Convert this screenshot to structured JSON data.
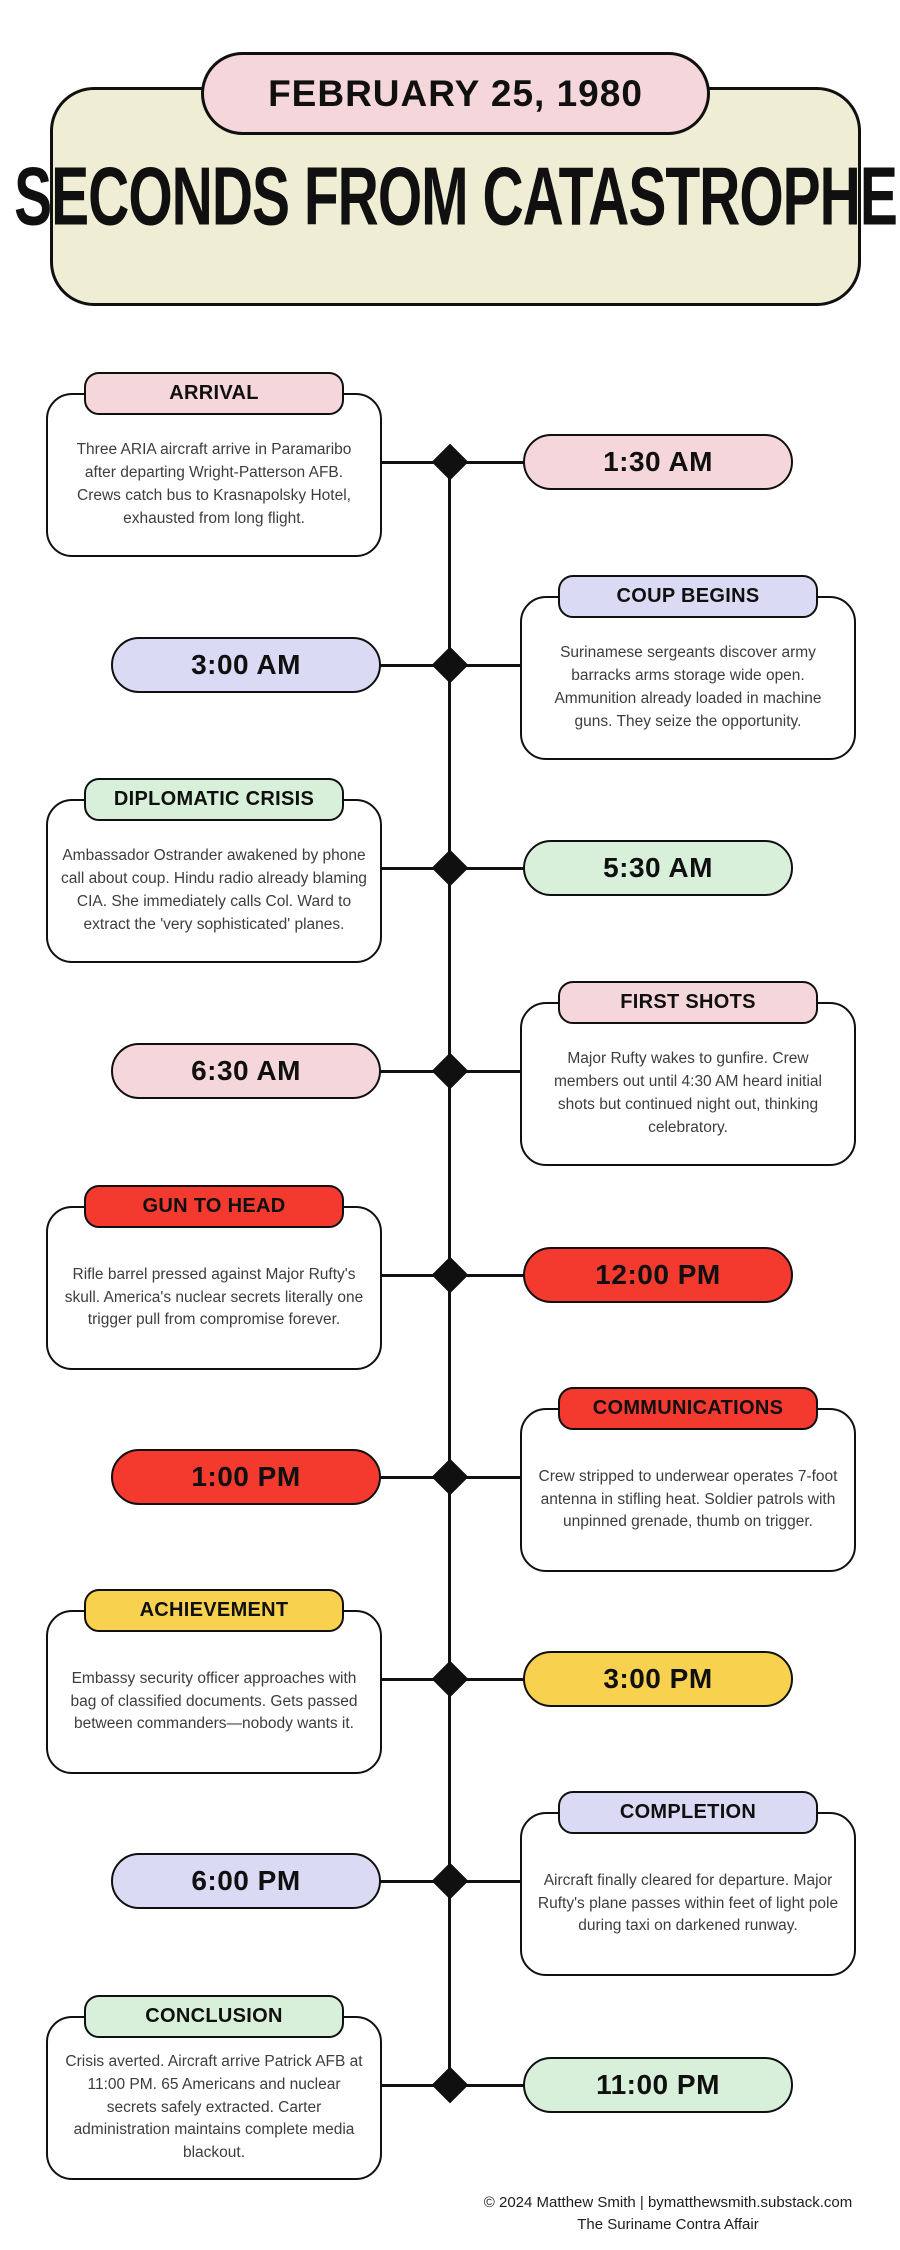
{
  "header": {
    "date": "FEBRUARY 25, 1980",
    "title": "SECONDS FROM CATASTROPHE"
  },
  "colors": {
    "background": "#ffffff",
    "outline": "#101010",
    "title_box": "#f0edd5",
    "pink": "#f5d7db",
    "lavender": "#dbdaf4",
    "green": "#d8f0da",
    "red": "#f4392f",
    "yellow": "#f8d14e",
    "body_text": "#3d3d3d"
  },
  "events": [
    {
      "title": "ARRIVAL",
      "time": "1:30 AM",
      "side": "left",
      "color": "pink",
      "description": "Three ARIA aircraft arrive in Paramaribo after departing Wright-Patterson AFB. Crews catch bus to Krasnapolsky Hotel, exhausted from long flight."
    },
    {
      "title": "COUP BEGINS",
      "time": "3:00 AM",
      "side": "right",
      "color": "lavender",
      "description": "Surinamese sergeants discover army barracks arms storage wide open. Ammunition already loaded in machine guns. They seize the opportunity."
    },
    {
      "title": "DIPLOMATIC CRISIS",
      "time": "5:30 AM",
      "side": "left",
      "color": "green",
      "description": "Ambassador Ostrander awakened by phone call about coup. Hindu radio already blaming CIA. She immediately calls Col. Ward to extract the 'very sophisticated' planes."
    },
    {
      "title": "FIRST SHOTS",
      "time": "6:30 AM",
      "side": "right",
      "color": "pink",
      "description": "Major Rufty wakes to gunfire. Crew members out until 4:30 AM heard initial shots but continued night out, thinking celebratory."
    },
    {
      "title": "GUN TO HEAD",
      "time": "12:00 PM",
      "side": "left",
      "color": "red",
      "description": "Rifle barrel pressed against Major Rufty's skull. America's nuclear secrets literally one trigger pull from compromise forever."
    },
    {
      "title": "COMMUNICATIONS",
      "time": "1:00 PM",
      "side": "right",
      "color": "red",
      "description": "Crew stripped to underwear operates 7-foot antenna in stifling heat. Soldier patrols with unpinned grenade, thumb on trigger."
    },
    {
      "title": "ACHIEVEMENT",
      "time": "3:00 PM",
      "side": "left",
      "color": "yellow",
      "description": "Embassy security officer approaches with bag of classified documents. Gets passed between commanders—nobody wants it."
    },
    {
      "title": "COMPLETION",
      "time": "6:00 PM",
      "side": "right",
      "color": "lavender",
      "description": "Aircraft finally cleared for departure. Major Rufty's plane passes within feet of light pole during taxi on darkened runway."
    },
    {
      "title": "CONCLUSION",
      "time": "11:00 PM",
      "side": "left",
      "color": "green",
      "description": "Crisis averted. Aircraft arrive Patrick AFB at 11:00 PM. 65 Americans and nuclear secrets safely extracted. Carter administration maintains complete media blackout."
    }
  ],
  "footer": {
    "line1": "© 2024 Matthew Smith | bymatthewsmith.substack.com",
    "line2": "The Suriname Contra Affair"
  }
}
